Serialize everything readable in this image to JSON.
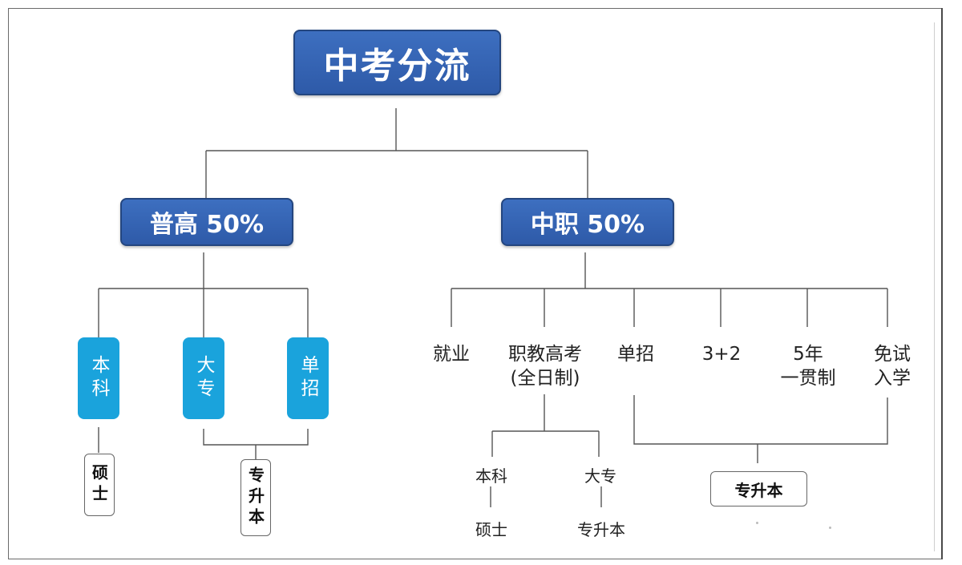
{
  "root": "中考分流",
  "left": {
    "label": "普高 50%",
    "children": [
      "本科",
      "大专",
      "单招"
    ],
    "bachelor_next": "硕士",
    "merge_next": "专升本"
  },
  "right": {
    "label": "中职 50%",
    "children": [
      "就业",
      "职教高考\n(全日制)",
      "单招",
      "3+2",
      "5年\n一贯制",
      "免试\n入学"
    ],
    "vocational_exam_children": [
      "本科",
      "大专"
    ],
    "bachelor_next": "硕士",
    "associate_next": "专升本",
    "merge_next": "专升本"
  },
  "colors": {
    "dark_box": "#2e5aa8",
    "cyan_box": "#1aa3dc",
    "line": "#555555"
  }
}
